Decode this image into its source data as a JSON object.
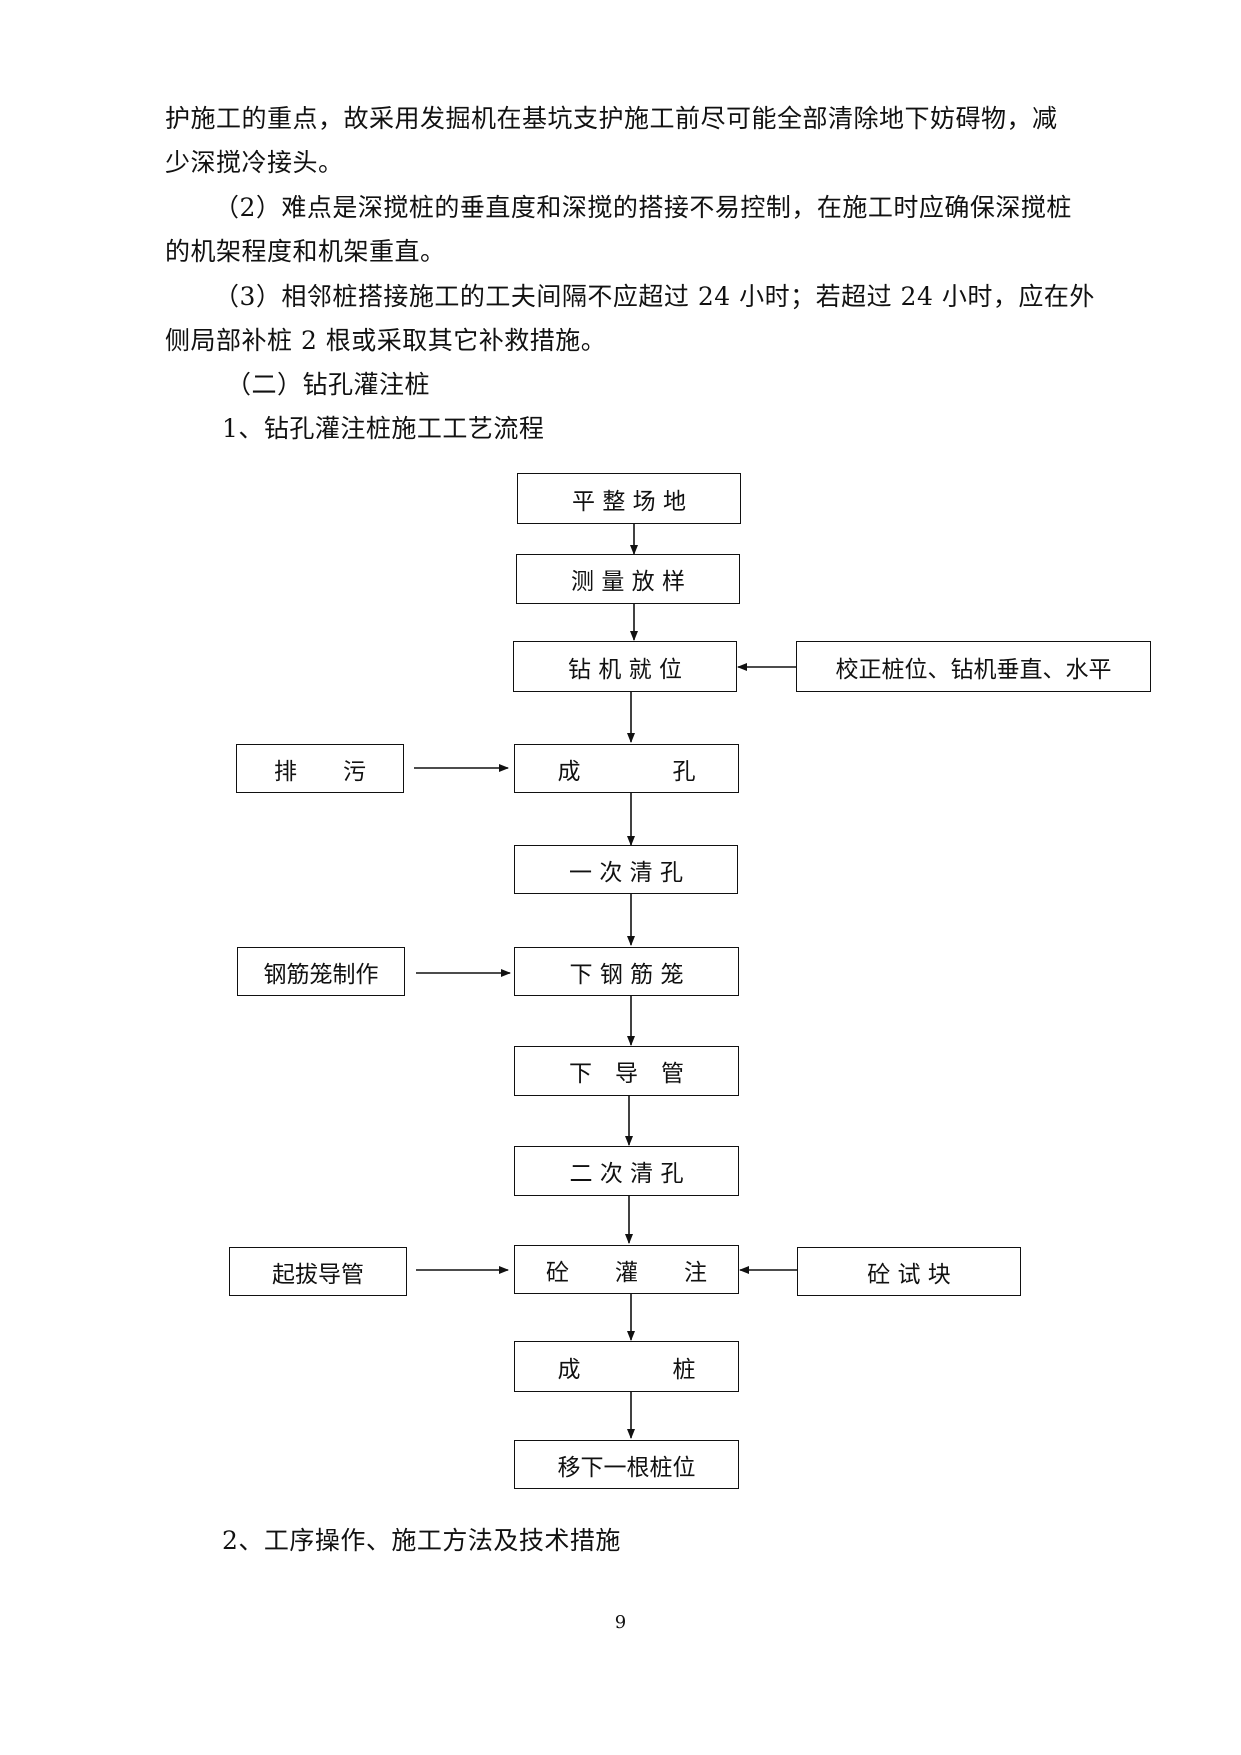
{
  "paragraphs": [
    "护施工的重点，故采用发掘机在基坑支护施工前尽可能全部清除地下妨碍物，减",
    "少深搅冷接头。",
    "（2）难点是深搅桩的垂直度和深搅的搭接不易控制，在施工时应确保深搅桩",
    "的机架程度和机架重直。",
    "（3）相邻桩搭接施工的工夫间隔不应超过 24 小时；若超过 24 小时，应在外",
    "侧局部补桩 2 根或采取其它补救措施。",
    "（二）钻孔灌注桩",
    "1、钻孔灌注桩施工工艺流程"
  ],
  "flowchart": {
    "main_steps": [
      "平 整 场 地",
      "测 量 放 样",
      "钻 机 就 位",
      "成　　　　孔",
      "一 次 清 孔",
      "下 钢 筋 笼",
      "下　导　管",
      "二 次 清 孔",
      "砼　　灌　　注",
      "成　　　　桩",
      "移下一根桩位"
    ],
    "side_right_1": "校正桩位、钻机垂直、水平",
    "side_left_1": "排　　污",
    "side_left_2": "钢筋笼制作",
    "side_left_3": "起拔导管",
    "side_right_2": "砼 试 块"
  },
  "section_2": "2、工序操作、施工方法及技术措施",
  "page_number": "9"
}
